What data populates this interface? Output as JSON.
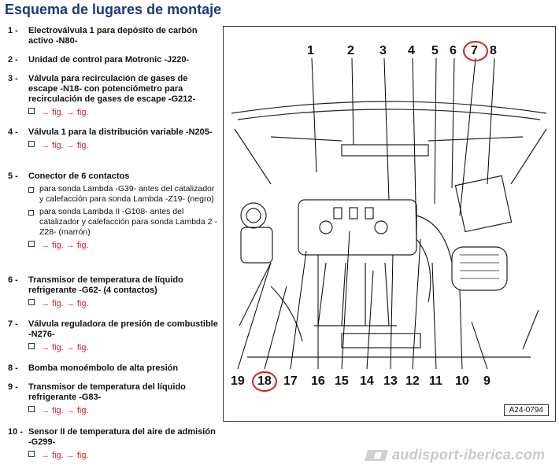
{
  "title": "Esquema de lugares de montaje",
  "ref_text": "→ fig. → fig.",
  "legend": [
    {
      "num": "1 -",
      "text": "Electroválvula 1 para depósito de carbón activo -N80-"
    },
    {
      "num": "2 -",
      "text": "Unidad de control para Motronic -J220-"
    },
    {
      "num": "3 -",
      "text": "Válvula para recirculación de gases de escape -N18- con potenciómetro para recirculación de gases de escape -G212-"
    },
    {
      "num": "4 -",
      "text": "Válvula 1 para la distribución variable -N205-"
    },
    {
      "num": "5 -",
      "text": "Conector de 6 contactos",
      "subs": [
        "para sonda Lambda -G39- antes del catalizador y calefacción para sonda Lambda -Z19- (negro)",
        "para sonda Lambda II -G108- antes del catalizador y calefacción para sonda Lambda 2 -Z28- (marrón)"
      ]
    },
    {
      "num": "6 -",
      "text": "Transmisor de temperatura de líquido refrigerante -G62- (4 contactos)"
    },
    {
      "num": "7 -",
      "text": "Válvula reguladora de presión de combustible -N276-"
    },
    {
      "num": "8 -",
      "text": "Bomba monoémbolo de alta presión"
    },
    {
      "num": "9 -",
      "text": "Transmisor de temperatura del líquido refrigerante -G83-"
    },
    {
      "num": "10 -",
      "text": "Sensor II de temperatura del aire de admisión -G299-"
    }
  ],
  "figure": {
    "top_numbers": [
      "1",
      "2",
      "3",
      "4",
      "5",
      "6",
      "7",
      "8"
    ],
    "bottom_numbers": [
      "19",
      "18",
      "17",
      "16",
      "15",
      "14",
      "13",
      "12",
      "11",
      "10",
      "9"
    ],
    "highlighted": [
      "7",
      "18"
    ],
    "highlight_color": "#d42020",
    "figure_id": "A24-0794"
  },
  "watermark": "audisport-iberica.com",
  "colors": {
    "title": "#1c3a7a",
    "link": "#d42020"
  }
}
